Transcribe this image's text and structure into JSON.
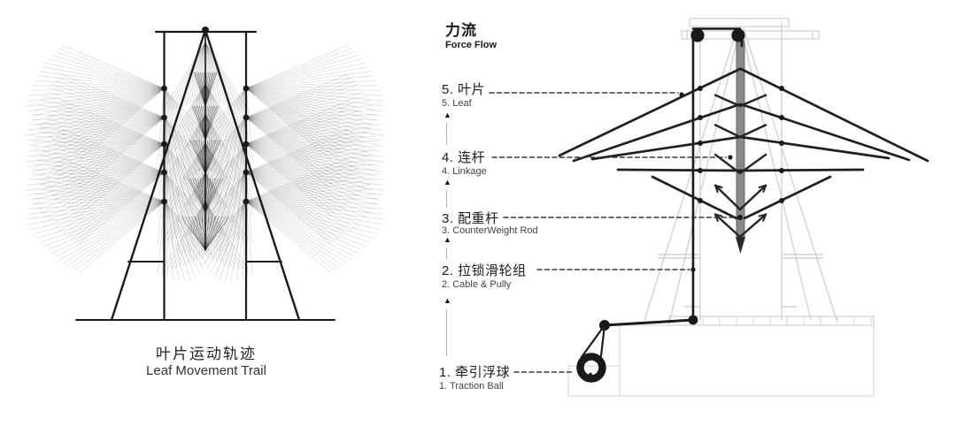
{
  "left_panel": {
    "title_cn": "叶片运动轨迹",
    "title_en": "Leaf Movement Trail"
  },
  "right_panel": {
    "title_cn": "力流",
    "title_en": "Force Flow",
    "labels": [
      {
        "cn": "5. 叶片",
        "en": "5. Leaf"
      },
      {
        "cn": "4. 连杆",
        "en": "4. Linkage"
      },
      {
        "cn": "3. 配重杆",
        "en": "3. CounterWeight Rod"
      },
      {
        "cn": "2. 拉锁滑轮组",
        "en": "2. Cable & Pully"
      },
      {
        "cn": "1. 牵引浮球",
        "en": "1. Traction Ball"
      }
    ]
  },
  "icons": {
    "arrow_up": "▲"
  },
  "colors": {
    "ink": "#1c1a19",
    "frame_gray": "#d5d1ce",
    "mast_gray": "#8b8886",
    "trail": "#000000",
    "leader": "#3a3a3a"
  }
}
